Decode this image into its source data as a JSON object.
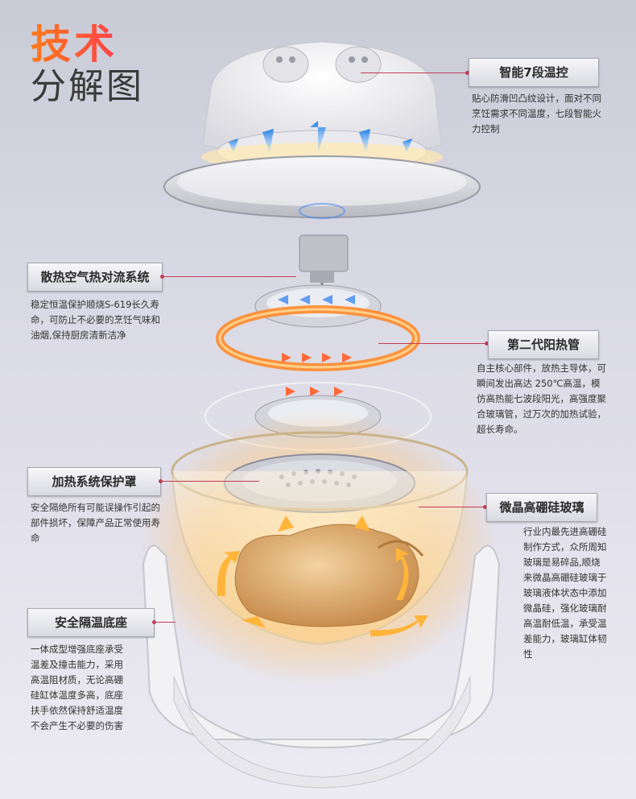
{
  "title": {
    "line1": "技术",
    "line2": "分解图"
  },
  "callouts": {
    "temp_control": {
      "label": "智能7段温控",
      "desc": "贴心防滑凹凸纹设计，面对不同烹饪需求不同温度，七段智能火力控制"
    },
    "convection": {
      "label": "散热空气热对流系统",
      "desc": "稳定恒温保护顺烧S-619长久寿命，可防止不必要的烹饪气味和油烟,保持厨房清新洁净"
    },
    "heating_tube": {
      "label": "第二代阳热管",
      "desc": "自主核心部件，放热主导体，可瞬间发出高达 250℃高温，模仿高热能七波段阳光，高强度聚合玻璃管，过万次的加热试验，超长寿命。"
    },
    "cover": {
      "label": "加热系统保护罩",
      "desc": "安全隔绝所有可能误操作引起的部件损坏，保障产品正常使用寿命"
    },
    "glass": {
      "label": "微晶高硼硅玻璃",
      "desc": "行业内最先进高硼硅制作方式，众所周知玻璃是易碎品,顺烧来微晶高硼硅玻璃于玻璃液体状态中添加微晶硅，强化玻璃耐高温耐低温，承受温差能力，玻璃缸体韧性"
    },
    "base": {
      "label": "安全隔温底座",
      "desc": "一体成型增强底座承受温差及撞击能力，采用高温阻材质，无论高硼硅缸体温度多高，底座扶手依然保持舒适温度不会产生不必要的伤害"
    }
  },
  "colors": {
    "accent": "#c23b55",
    "title_gradient_start": "#ff7a1a",
    "title_gradient_end": "#ff2f57",
    "heater": "#ff8a2a"
  }
}
